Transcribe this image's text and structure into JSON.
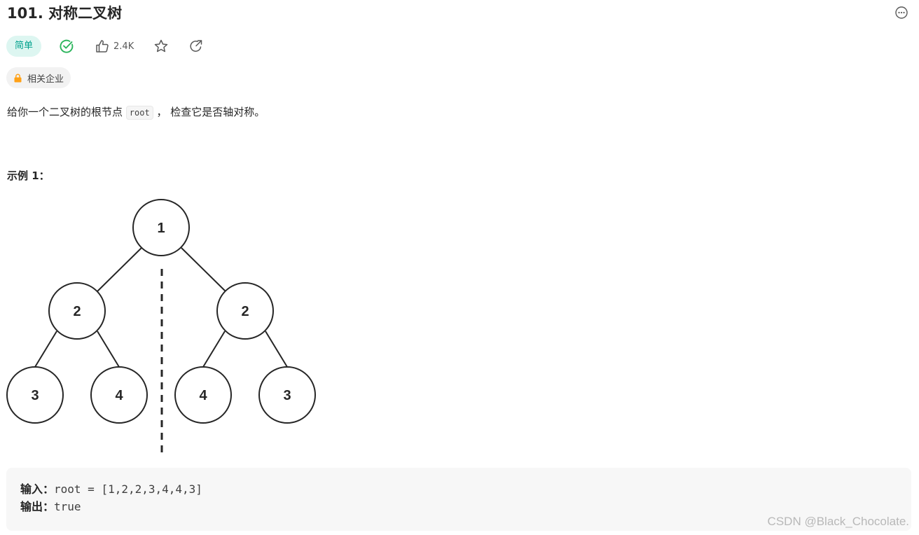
{
  "problem": {
    "title": "101. 对称二叉树",
    "difficulty": "简单",
    "likes": "2.4K",
    "company_tag": "相关企业"
  },
  "description": {
    "before": "给你一个二叉树的根节点 ",
    "code": "root",
    "after": " ， 检查它是否轴对称。"
  },
  "example": {
    "title": "示例 1：",
    "tree_nodes": [
      "1",
      "2",
      "2",
      "3",
      "4",
      "4",
      "3"
    ],
    "input_label": "输入：",
    "input_value": "root = [1,2,2,3,4,4,3]",
    "output_label": "输出：",
    "output_value": "true"
  },
  "watermark": "CSDN @Black_Chocolate.",
  "icons": {
    "solved": "check-circle-icon",
    "like": "thumbs-up-icon",
    "favorite": "star-icon",
    "share": "share-icon",
    "more": "more-icon",
    "lock": "lock-icon"
  },
  "colors": {
    "difficulty_bg": "#ddf6f1",
    "difficulty_text": "#00a18c",
    "solved": "#2db55d",
    "lock": "#ffa116"
  }
}
